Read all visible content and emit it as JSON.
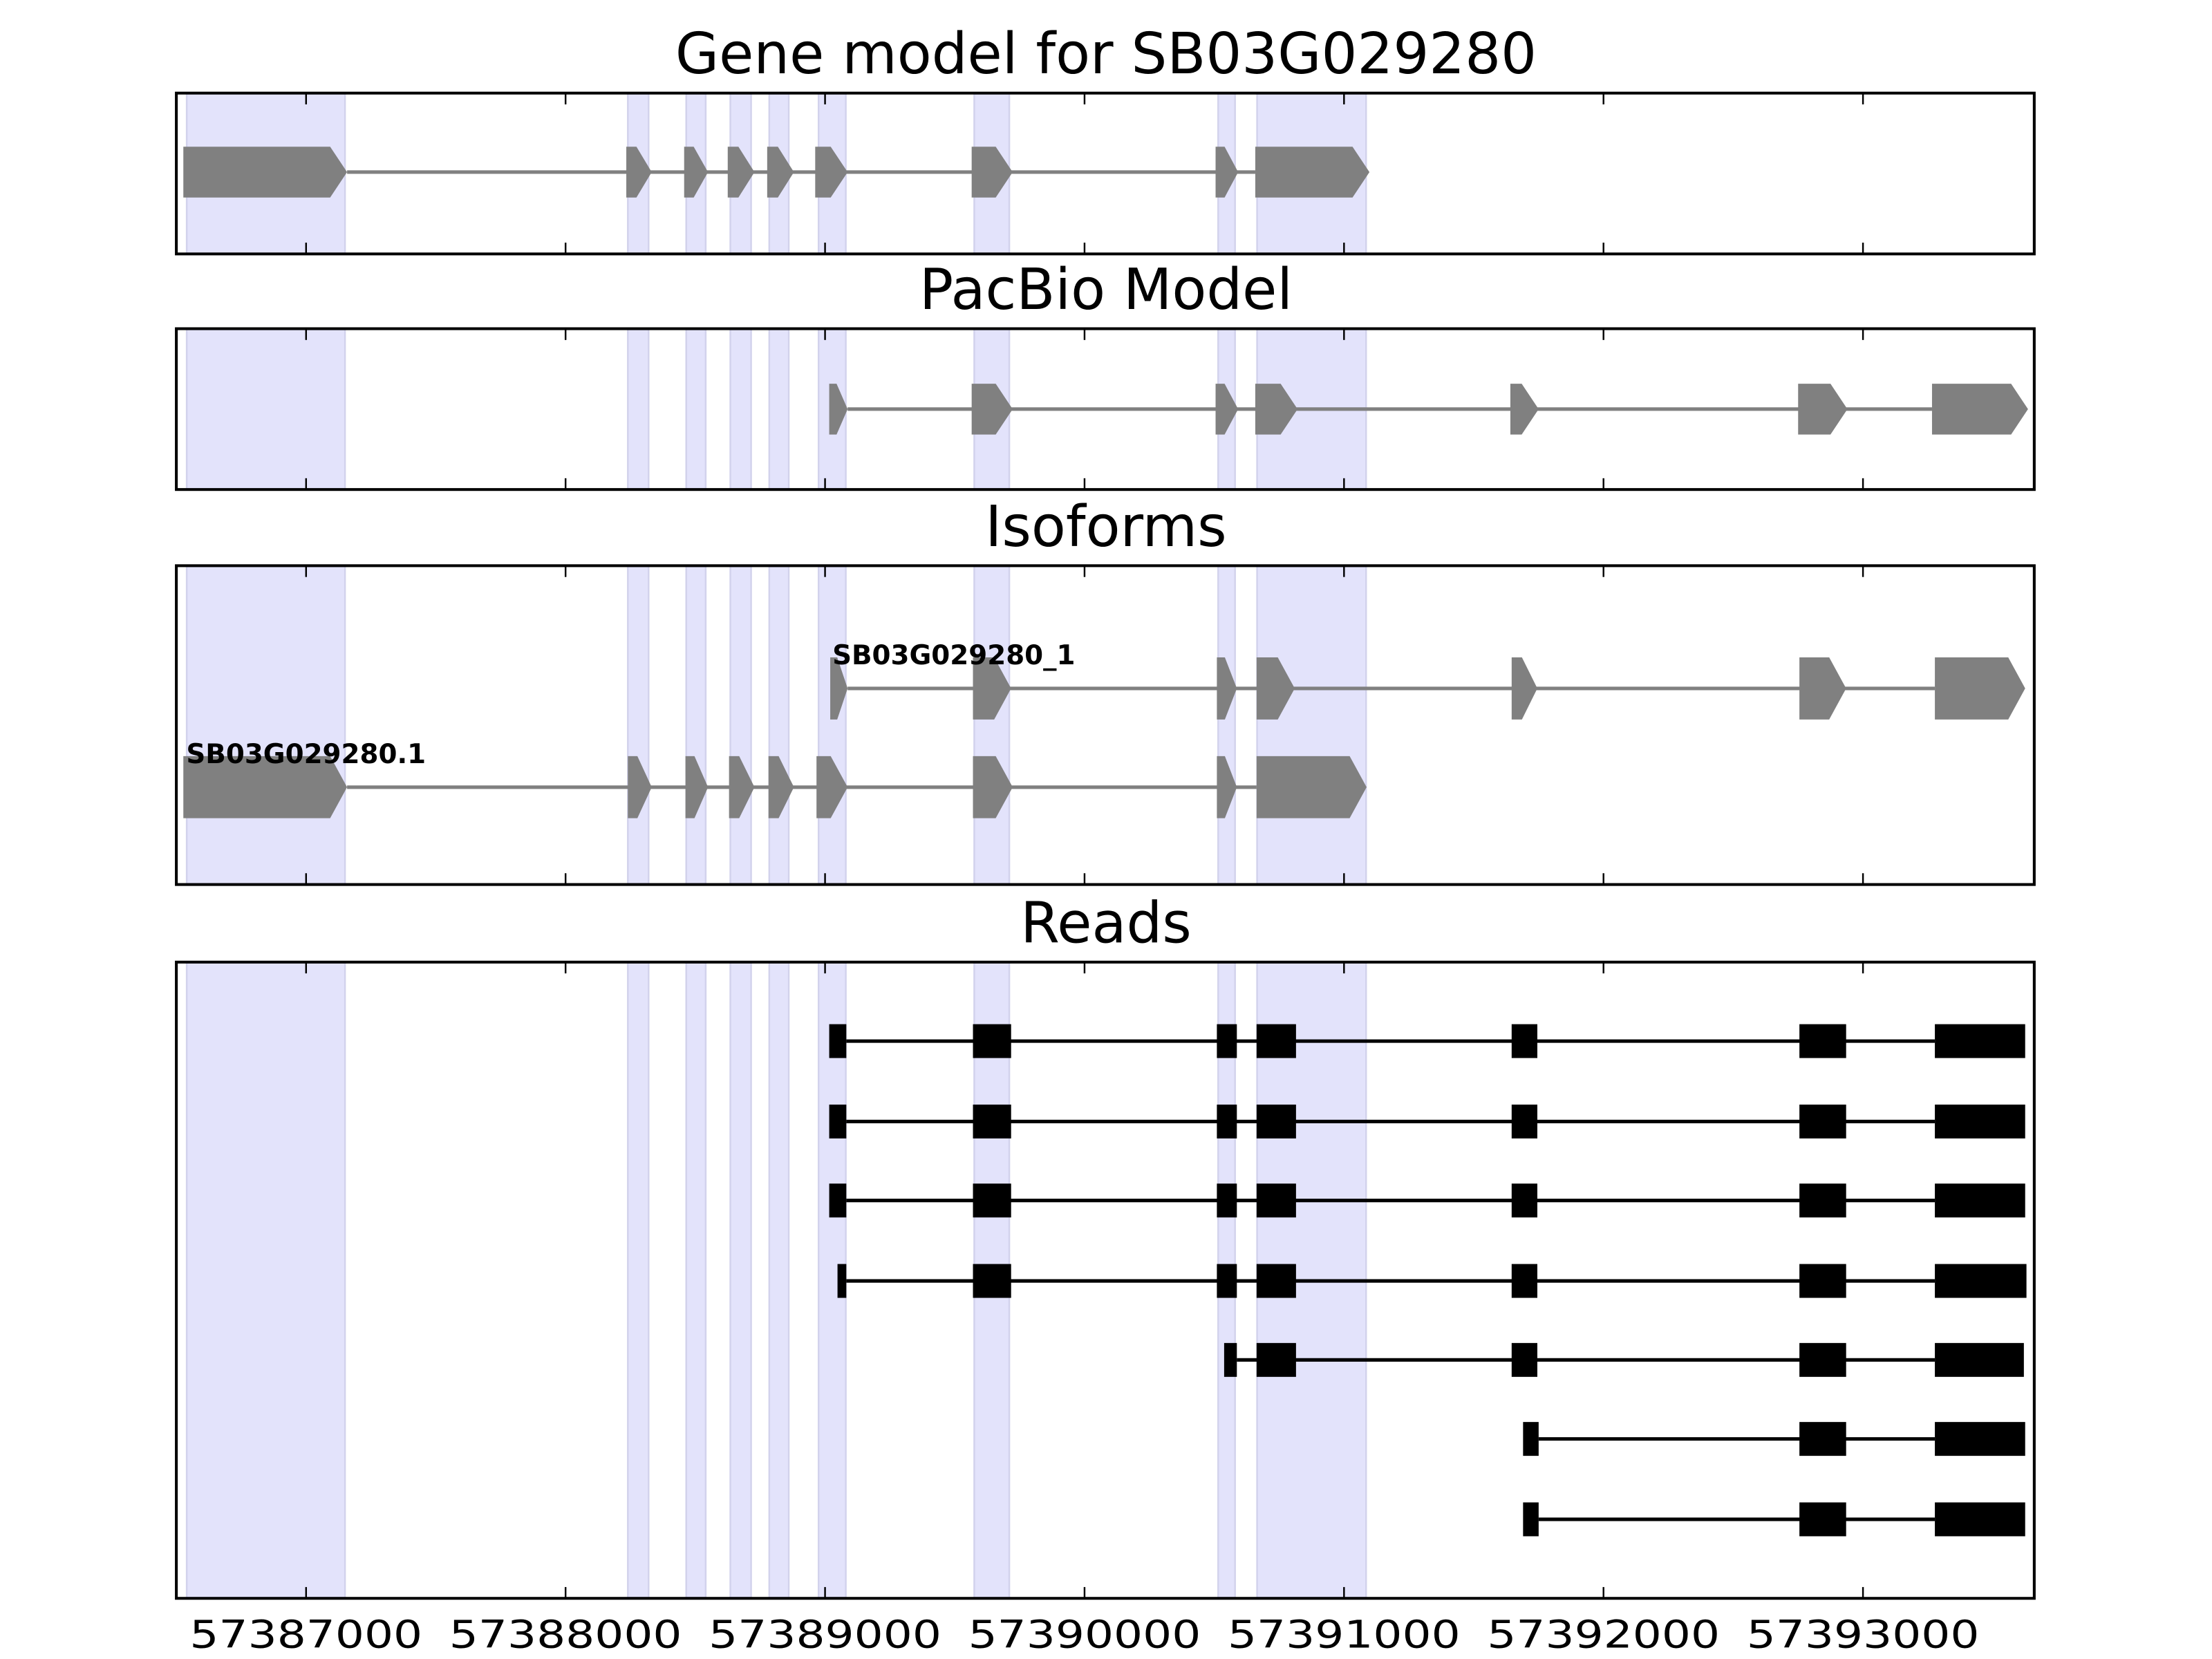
{
  "chart_data": {
    "type": "gene-track",
    "xlim": [
      57386500,
      57393660
    ],
    "x_ticks": [
      57387000,
      57388000,
      57389000,
      57390000,
      57391000,
      57392000,
      57393000
    ],
    "x_tick_labels": [
      "57387000",
      "57388000",
      "57389000",
      "57390000",
      "57391000",
      "57392000",
      "57393000"
    ],
    "colors": {
      "exon": "#808080",
      "intron": "#808080",
      "read": "#000000",
      "highlight": "#e3e3fb"
    },
    "highlights": [
      [
        57386540,
        57387150
      ],
      [
        57388240,
        57388320
      ],
      [
        57388465,
        57388540
      ],
      [
        57388635,
        57388715
      ],
      [
        57388785,
        57388860
      ],
      [
        57388975,
        57389080
      ],
      [
        57389575,
        57389710
      ],
      [
        57390515,
        57390580
      ],
      [
        57390665,
        57391085
      ]
    ],
    "panels": [
      {
        "title": "Gene model for SB03G029280",
        "tracks": [
          {
            "label": "",
            "exons": [
              [
                57386527,
                57387158
              ],
              [
                57388234,
                57388332
              ],
              [
                57388457,
                57388549
              ],
              [
                57388625,
                57388728
              ],
              [
                57388777,
                57388880
              ],
              [
                57388962,
                57389087
              ],
              [
                57389565,
                57389723
              ],
              [
                57390505,
                57390592
              ],
              [
                57390658,
                57391098
              ]
            ]
          }
        ]
      },
      {
        "title": "PacBio Model",
        "tracks": [
          {
            "label": "",
            "exons": [
              [
                57389016,
                57389087
              ],
              [
                57389565,
                57389723
              ],
              [
                57390505,
                57390592
              ],
              [
                57390658,
                57390821
              ],
              [
                57391641,
                57391750
              ],
              [
                57392750,
                57392940
              ],
              [
                57393266,
                57393636
              ]
            ]
          }
        ]
      },
      {
        "title": "Isoforms",
        "tracks": [
          {
            "label": "SB03G029280_1",
            "exons": [
              [
                57389020,
                57389087
              ],
              [
                57389570,
                57389717
              ],
              [
                57390510,
                57390587
              ],
              [
                57390663,
                57390810
              ],
              [
                57391646,
                57391745
              ],
              [
                57392755,
                57392935
              ],
              [
                57393277,
                57393625
              ]
            ]
          },
          {
            "label": "SB03G029280.1",
            "exons": [
              [
                57386527,
                57387158
              ],
              [
                57388240,
                57388332
              ],
              [
                57388462,
                57388549
              ],
              [
                57388630,
                57388728
              ],
              [
                57388782,
                57388880
              ],
              [
                57388967,
                57389087
              ],
              [
                57389570,
                57389723
              ],
              [
                57390510,
                57390587
              ],
              [
                57390663,
                57391087
              ]
            ]
          }
        ]
      },
      {
        "title": "Reads",
        "tracks": [
          {
            "label": "",
            "exons": [
              [
                57389016,
                57389082
              ],
              [
                57389570,
                57389717
              ],
              [
                57390510,
                57390587
              ],
              [
                57390663,
                57390815
              ],
              [
                57391646,
                57391745
              ],
              [
                57392755,
                57392935
              ],
              [
                57393277,
                57393625
              ]
            ]
          },
          {
            "label": "",
            "exons": [
              [
                57389016,
                57389082
              ],
              [
                57389570,
                57389717
              ],
              [
                57390510,
                57390587
              ],
              [
                57390663,
                57390815
              ],
              [
                57391646,
                57391745
              ],
              [
                57392755,
                57392935
              ],
              [
                57393277,
                57393625
              ]
            ]
          },
          {
            "label": "",
            "exons": [
              [
                57389016,
                57389082
              ],
              [
                57389570,
                57389717
              ],
              [
                57390510,
                57390587
              ],
              [
                57390663,
                57390815
              ],
              [
                57391646,
                57391745
              ],
              [
                57392755,
                57392935
              ],
              [
                57393277,
                57393625
              ]
            ]
          },
          {
            "label": "",
            "exons": [
              [
                57389048,
                57389082
              ],
              [
                57389570,
                57389717
              ],
              [
                57390510,
                57390587
              ],
              [
                57390663,
                57390815
              ],
              [
                57391646,
                57391745
              ],
              [
                57392755,
                57392935
              ],
              [
                57393277,
                57393630
              ]
            ]
          },
          {
            "label": "",
            "exons": [
              [
                57390538,
                57390587
              ],
              [
                57390663,
                57390815
              ],
              [
                57391646,
                57391745
              ],
              [
                57392755,
                57392935
              ],
              [
                57393277,
                57393620
              ]
            ]
          },
          {
            "label": "",
            "exons": [
              [
                57391690,
                57391750
              ],
              [
                57392755,
                57392935
              ],
              [
                57393277,
                57393625
              ]
            ]
          },
          {
            "label": "",
            "exons": [
              [
                57391690,
                57391750
              ],
              [
                57392755,
                57392935
              ],
              [
                57393277,
                57393625
              ]
            ]
          }
        ]
      }
    ]
  }
}
